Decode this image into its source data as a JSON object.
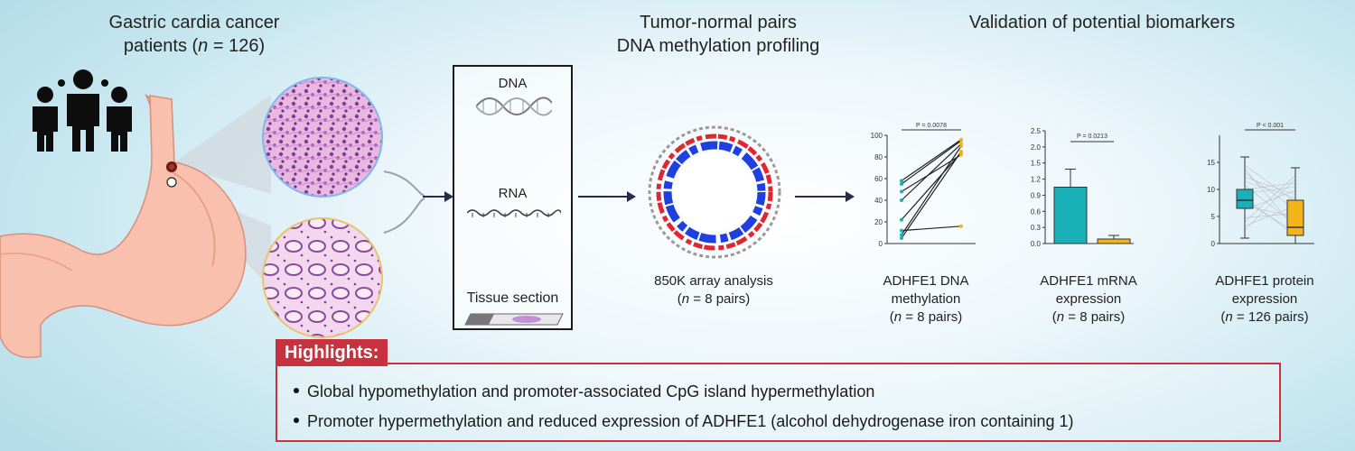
{
  "stage1": {
    "title_line1": "Gastric cardia cancer",
    "title_line2_pre": "patients (",
    "n_symbol": "n",
    "title_line2_post": " = 126)"
  },
  "stage2": {
    "title_line1": "Tumor-normal pairs",
    "title_line2": "DNA methylation profiling",
    "box_labels": [
      "DNA",
      "RNA",
      "Tissue section"
    ],
    "array_caption1": "850K array analysis",
    "array_caption2_pre": "(",
    "n_symbol": "n",
    "array_caption2_post": " = 8 pairs)"
  },
  "stage3": {
    "title": "Validation of potential biomarkers",
    "panels": [
      {
        "cap1": "ADHFE1 DNA",
        "cap2": "methylation",
        "cap3_pre": "(",
        "n_symbol": "n",
        "cap3_post": " = 8 pairs)"
      },
      {
        "cap1": "ADHFE1 mRNA",
        "cap2": "expression",
        "cap3_pre": "(",
        "n_symbol": "n",
        "cap3_post": " = 8 pairs)"
      },
      {
        "cap1": "ADHFE1 protein",
        "cap2": "expression",
        "cap3_pre": "(",
        "n_symbol": "n",
        "cap3_post": " = 126 pairs)"
      }
    ]
  },
  "highlights": {
    "title": "Highlights:",
    "items": [
      "Global hypomethylation and promoter-associated CpG island hypermethylation",
      "Promoter hypermethylation and reduced expression of ADHFE1 (alcohol dehydrogenase iron containing 1)"
    ]
  },
  "colors": {
    "teal": "#1ab0b8",
    "gold": "#f2b418",
    "accent_red": "#c8323e",
    "arrow": "#2c2a4a"
  },
  "chart_data": [
    {
      "type": "line",
      "ylim": [
        0,
        100
      ],
      "yticks": [
        "0",
        "20",
        "40",
        "60",
        "80",
        "100"
      ],
      "p_label": "P = 0.0078",
      "series": [
        {
          "values": [
            5,
            85
          ]
        },
        {
          "values": [
            8,
            90
          ]
        },
        {
          "values": [
            12,
            16
          ]
        },
        {
          "values": [
            22,
            84
          ]
        },
        {
          "values": [
            40,
            92
          ]
        },
        {
          "values": [
            48,
            82
          ]
        },
        {
          "values": [
            55,
            95
          ]
        },
        {
          "values": [
            58,
            96
          ]
        }
      ]
    },
    {
      "type": "bar",
      "ylim": [
        0,
        2.5
      ],
      "yticks": [
        "0.0",
        "0.3",
        "0.6",
        "0.9",
        "1.2",
        "1.5",
        "2.0",
        "2.5"
      ],
      "p_label": "P = 0.0213",
      "values": [
        1.25,
        0.1
      ],
      "errors": [
        0.4,
        0.08
      ]
    },
    {
      "type": "box",
      "ylim": [
        0,
        20
      ],
      "yticks": [
        "0",
        "5",
        "10",
        "15"
      ],
      "p_label": "P < 0.001",
      "boxes": [
        {
          "q1": 6.5,
          "median": 8,
          "q3": 10,
          "min": 1,
          "max": 16
        },
        {
          "q1": 1.5,
          "median": 3,
          "q3": 8,
          "min": 0,
          "max": 14
        }
      ]
    }
  ]
}
